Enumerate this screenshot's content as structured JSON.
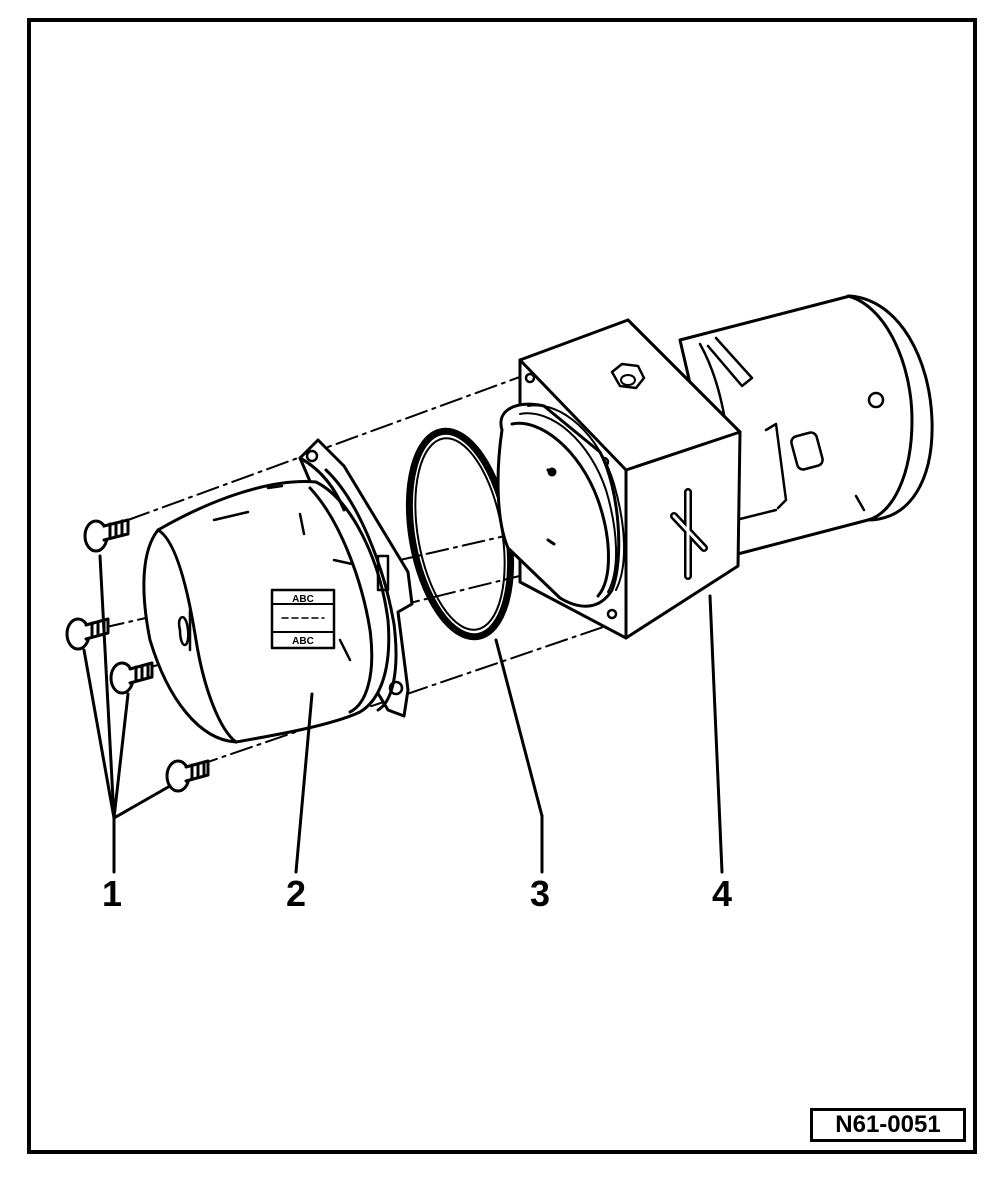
{
  "diagram": {
    "callouts": [
      {
        "id": "1",
        "label": "1"
      },
      {
        "id": "2",
        "label": "2"
      },
      {
        "id": "3",
        "label": "3"
      },
      {
        "id": "4",
        "label": "4"
      }
    ],
    "cover_plate_text_top": "ABC",
    "cover_plate_text_bottom": "ABC",
    "reference_code": "N61-0051",
    "colors": {
      "ink": "#000000",
      "paper": "#ffffff"
    }
  }
}
